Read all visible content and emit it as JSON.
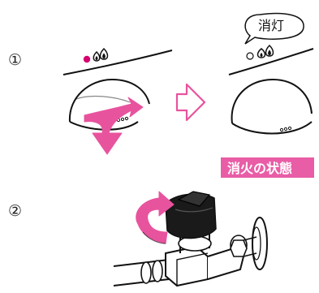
{
  "steps": [
    {
      "number": "①"
    },
    {
      "number": "②"
    }
  ],
  "bubble": {
    "label": "消灯"
  },
  "state_badge": {
    "label": "消火の状態"
  },
  "colors": {
    "accent_pink": "#e8539e",
    "indicator_magenta": "#d6006e",
    "badge_bg": "#e95ca6",
    "outline": "#111111"
  },
  "icons": [
    "flame-icon",
    "arrow-right-icon",
    "curved-arrow-down-icon",
    "rotate-arrow-icon",
    "valve-knob-icon"
  ]
}
